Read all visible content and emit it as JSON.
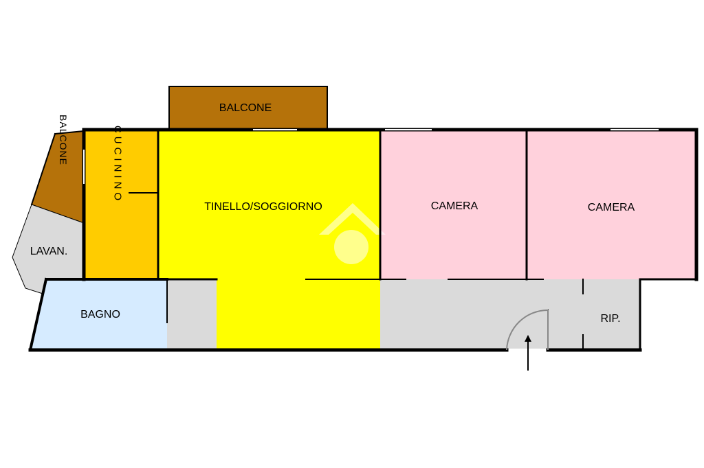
{
  "rooms": {
    "balcone_top": "BALCONE",
    "balcone_side": "BALCONE",
    "cucinino": "CUCININO",
    "tinello": "TINELLO/SOGGIORNO",
    "camera_1": "CAMERA",
    "camera_2": "CAMERA",
    "lavanderia": "LAVAN.",
    "bagno": "BAGNO",
    "ripostiglio": "RIP."
  },
  "colors": {
    "balcone": "#B5720A",
    "cucinino": "#FFCC00",
    "tinello": "#FFFF00",
    "camera": "#FFD1DC",
    "bagno": "#D6EBFF",
    "corridor": "#DADADA",
    "wall": "#000000"
  },
  "icons": {
    "watermark": "house-logo-icon",
    "entrance": "entrance-arrow-icon"
  }
}
